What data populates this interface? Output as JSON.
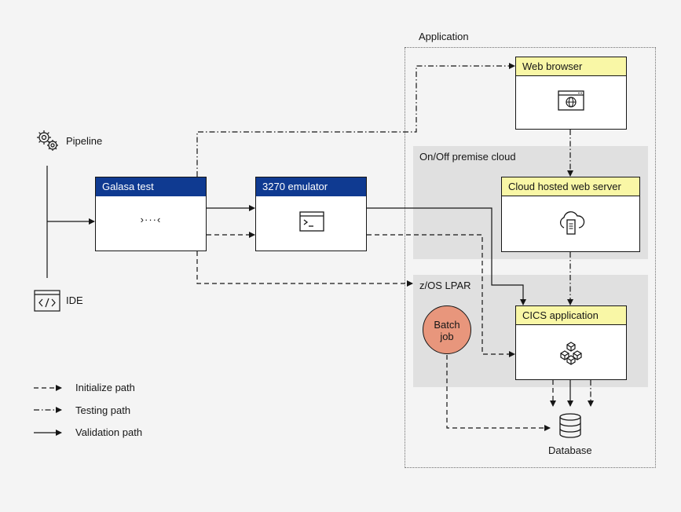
{
  "sources": {
    "pipeline_label": "Pipeline",
    "ide_label": "IDE"
  },
  "regions": {
    "application": "Application",
    "cloud": "On/Off premise cloud",
    "lpar": "z/OS LPAR"
  },
  "components": {
    "galasa_test": {
      "title": "Galasa test",
      "symbol": "›···‹"
    },
    "emulator": {
      "title": "3270 emulator"
    },
    "web_browser": {
      "title": "Web browser"
    },
    "web_server": {
      "title": "Cloud hosted web server"
    },
    "cics": {
      "title": "CICS application"
    },
    "batch_job": {
      "line1": "Batch",
      "line2": "job"
    },
    "database": {
      "label": "Database"
    }
  },
  "legend": [
    {
      "style": "dashed",
      "label": "Initialize path"
    },
    {
      "style": "dash-dot",
      "label": "Testing path"
    },
    {
      "style": "solid",
      "label": "Validation path"
    }
  ],
  "colors": {
    "galasa_blue": "#0f3a91",
    "yellow_header": "#f9f7a6",
    "zone_gray": "#e0e0e0",
    "batch_salmon": "#e8967c"
  },
  "icons": {
    "pipeline": "gears-icon",
    "ide": "code-icon",
    "emulator": "terminal-icon",
    "browser": "globe-browser-icon",
    "server": "cloud-server-icon",
    "cics": "cubes-icon",
    "database": "database-icon"
  }
}
